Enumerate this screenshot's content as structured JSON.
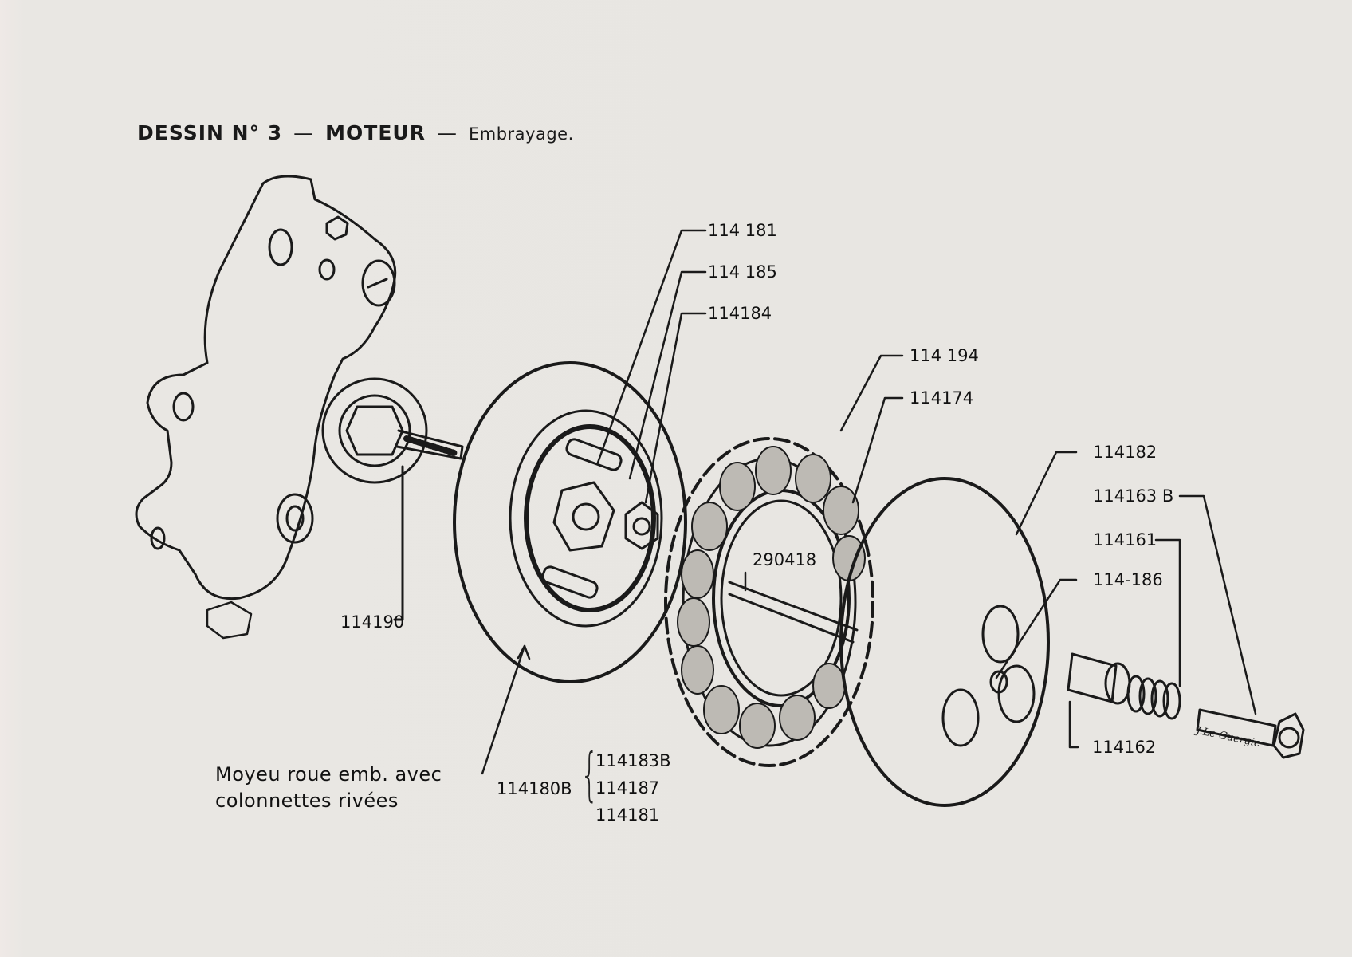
{
  "header": {
    "drawing_label": "DESSIN N° 3",
    "separator1": "—",
    "section": "MOTEUR",
    "separator2": "—",
    "subsection": "Embrayage."
  },
  "part_labels": [
    {
      "id": "p1",
      "number": "114 181"
    },
    {
      "id": "p2",
      "number": "114 185"
    },
    {
      "id": "p3",
      "number": "114184"
    },
    {
      "id": "p4",
      "number": "114 194"
    },
    {
      "id": "p5",
      "number": "114174"
    },
    {
      "id": "p6",
      "number": "114182"
    },
    {
      "id": "p7",
      "number": "114163 B"
    },
    {
      "id": "p8",
      "number": "114161"
    },
    {
      "id": "p9",
      "number": "114-186"
    },
    {
      "id": "p10",
      "number": "114162"
    },
    {
      "id": "p11",
      "number": "114190"
    },
    {
      "id": "p12",
      "number": "290418"
    }
  ],
  "hub_assembly": {
    "caption_line1": "Moyeu roue emb. avec",
    "caption_line2": "colonnettes rivées",
    "assembly_number": "114180B",
    "components": [
      "114183B",
      "114187",
      "114181"
    ]
  },
  "signature": "J.Le Guergic",
  "colors": {
    "paper": "#e8e6e2",
    "ink": "#1a1a1a"
  }
}
